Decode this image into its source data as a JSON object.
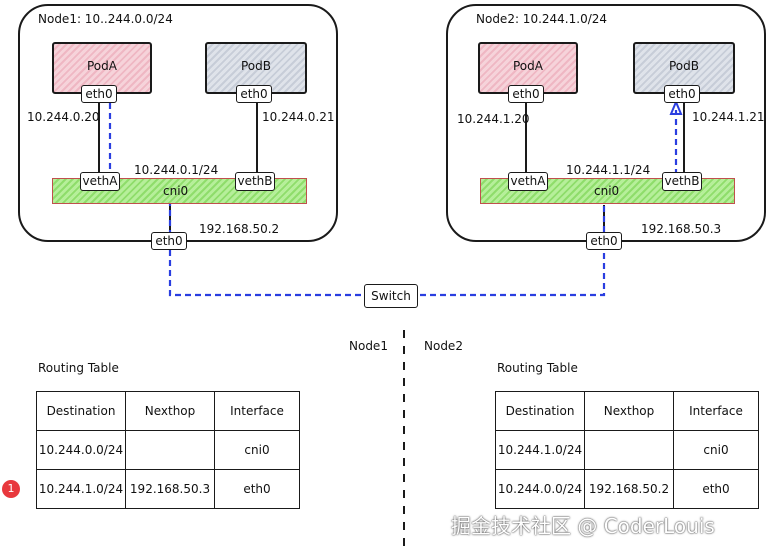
{
  "node1": {
    "title": "Node1: 10..244.0.0/24",
    "podA": "PodA",
    "podB": "PodB",
    "podA_eth": "eth0",
    "podB_eth": "eth0",
    "podA_ip": "10.244.0.20",
    "podB_ip": "10.244.0.21",
    "vethA": "vethA",
    "vethB": "vethB",
    "bridge": "cni0",
    "bridge_ip": "10.244.0.1/24",
    "host_eth": "eth0",
    "host_ip": "192.168.50.2"
  },
  "node2": {
    "title": "Node2: 10.244.1.0/24",
    "podA": "PodA",
    "podB": "PodB",
    "podA_eth": "eth0",
    "podB_eth": "eth0",
    "podA_ip": "10.244.1.20",
    "podB_ip": "10.244.1.21",
    "vethA": "vethA",
    "vethB": "vethB",
    "bridge": "cni0",
    "bridge_ip": "10.244.1.1/24",
    "host_eth": "eth0",
    "host_ip": "192.168.50.3"
  },
  "switch": "Switch",
  "divider": {
    "left": "Node1",
    "right": "Node2"
  },
  "table1": {
    "title": "Routing Table",
    "headers": [
      "Destination",
      "Nexthop",
      "Interface"
    ],
    "rows": [
      [
        "10.244.0.0/24",
        "",
        "cni0"
      ],
      [
        "10.244.1.0/24",
        "192.168.50.3",
        "eth0"
      ]
    ]
  },
  "table2": {
    "title": "Routing Table",
    "headers": [
      "Destination",
      "Nexthop",
      "Interface"
    ],
    "rows": [
      [
        "10.244.1.0/24",
        "",
        "cni0"
      ],
      [
        "10.244.0.0/24",
        "192.168.50.2",
        "eth0"
      ]
    ]
  },
  "badge": "1",
  "watermark": "掘金技术社区 @ CoderLouis",
  "colors": {
    "path": "#2a3ee0",
    "bridge_border": "#c0504d",
    "badge": "#e8383d"
  }
}
